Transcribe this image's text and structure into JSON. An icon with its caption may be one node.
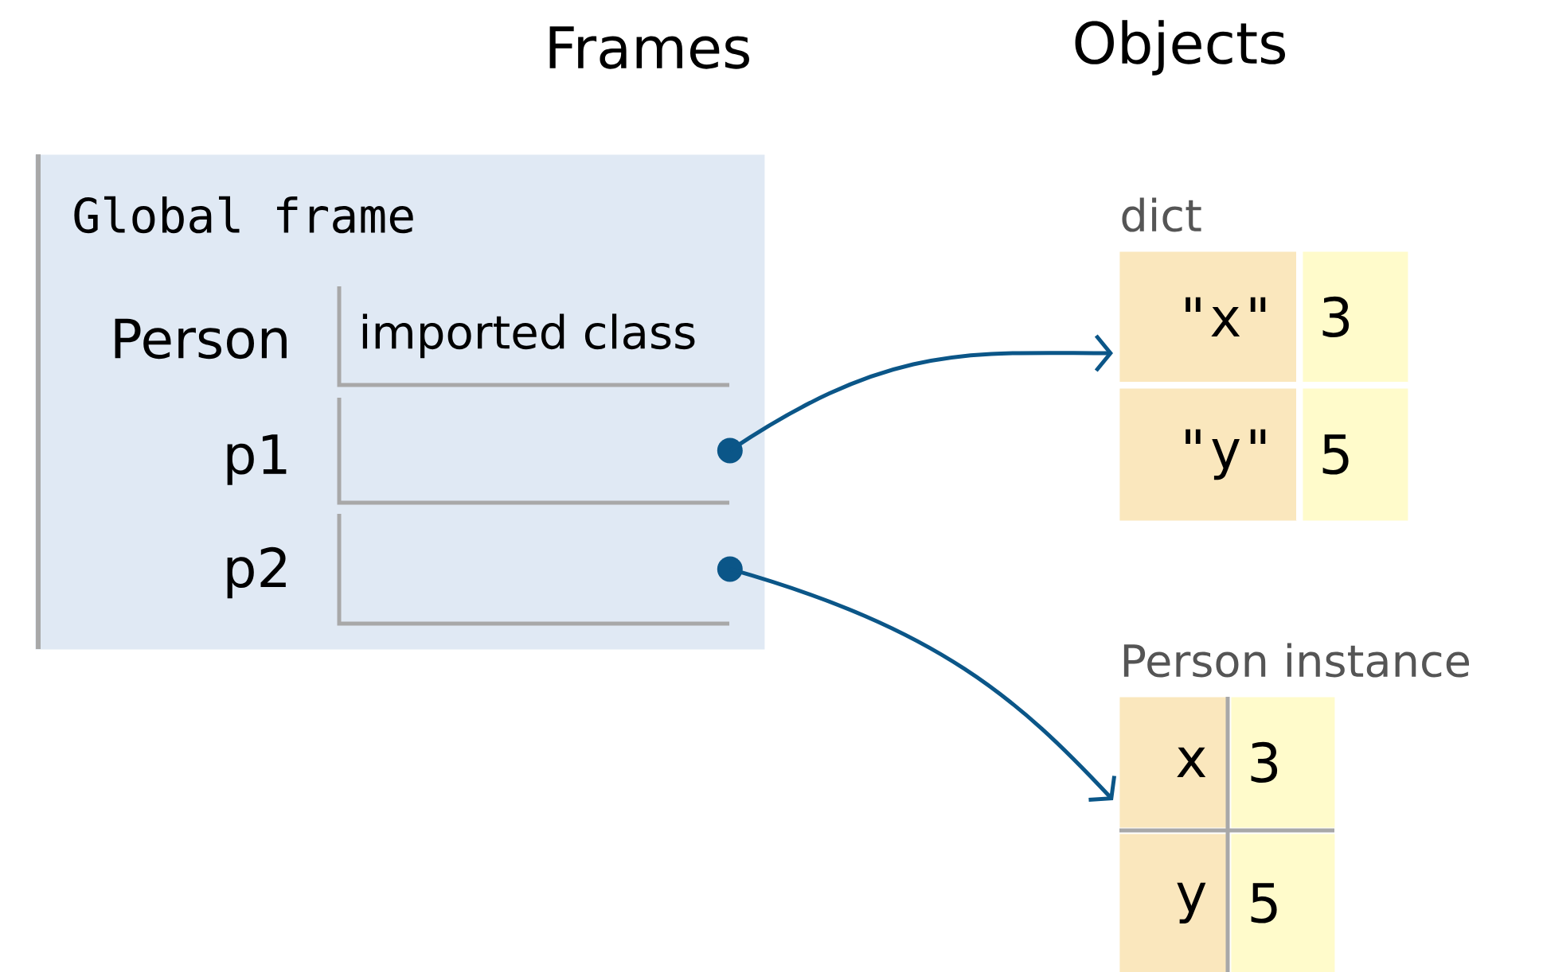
{
  "diagram": {
    "nodes": [
      {
        "text": [
          "Global frame"
        ]
      },
      {
        "text": [
          "imported class"
        ],
        "in": 0
      },
      {
        "text": [],
        "shape": "box",
        "in": 0
      },
      {
        "text": [],
        "shape": "box",
        "in": 0
      },
      {
        "text": [
          "dict"
        ]
      },
      {
        "text": [
          "\"x\""
        ],
        "in": 4
      },
      {
        "text": [
          "3"
        ],
        "in": 4
      },
      {
        "text": [
          "\"y\""
        ],
        "in": 4
      },
      {
        "text": [
          "5"
        ],
        "in": 4
      },
      {
        "text": [
          "Person instance"
        ]
      },
      {
        "text": [
          "x"
        ],
        "in": 9
      },
      {
        "text": [
          "3"
        ],
        "in": 9
      },
      {
        "text": [
          "y"
        ],
        "in": 9
      },
      {
        "text": [
          "5"
        ],
        "in": 9
      }
    ],
    "edges": [
      {
        "from": 2,
        "to": 4,
        "arrow": "to"
      },
      {
        "from": 3,
        "to": 9,
        "arrow": "to"
      }
    ],
    "labels": [
      "Frames",
      "Objects",
      "Person",
      "p1",
      "p2"
    ]
  }
}
